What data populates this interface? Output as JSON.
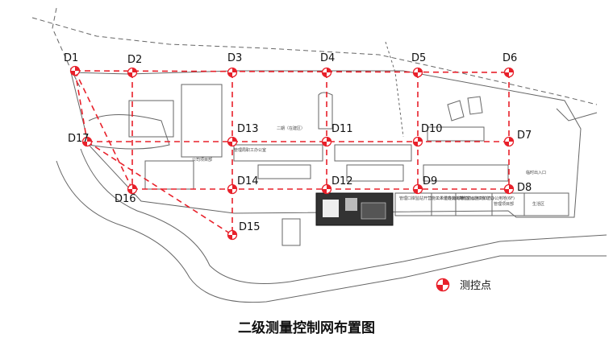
{
  "title": "二级测量控制网布置图",
  "legend": {
    "label": "测控点"
  },
  "colors": {
    "network": "#e8202a",
    "site": "#666666"
  },
  "points": [
    {
      "id": "D1"
    },
    {
      "id": "D2"
    },
    {
      "id": "D3"
    },
    {
      "id": "D4"
    },
    {
      "id": "D5"
    },
    {
      "id": "D6"
    },
    {
      "id": "D7"
    },
    {
      "id": "D8"
    },
    {
      "id": "D9"
    },
    {
      "id": "D10"
    },
    {
      "id": "D11"
    },
    {
      "id": "D12"
    },
    {
      "id": "D13"
    },
    {
      "id": "D14"
    },
    {
      "id": "D15"
    },
    {
      "id": "D16"
    },
    {
      "id": "D17"
    }
  ],
  "small_labels": {
    "wing": "二期（在建区）",
    "b1": "管理局职工办公室",
    "b2": "公司项目部",
    "b3": "管理口岸监站开营施工单位办公用地",
    "b4": "公人道班施工单位办公用地(1FL)",
    "b5": "济南客运施工单位办公用地(6F)",
    "b6": "管理项目部",
    "b7": "生活区",
    "gate": "临时出入口"
  }
}
